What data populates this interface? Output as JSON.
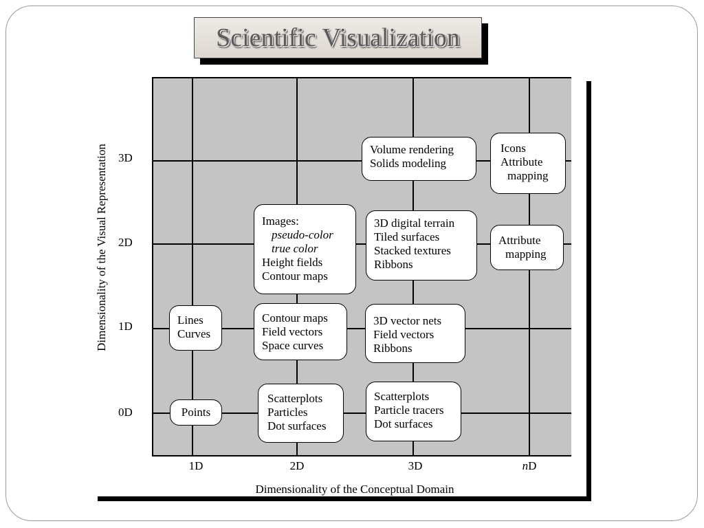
{
  "title": "Scientific Visualization",
  "y_axis": {
    "label": "Dimensionality of the Visual Representation",
    "ticks": [
      "3D",
      "2D",
      "1D",
      "0D"
    ]
  },
  "x_axis": {
    "label": "Dimensionality of the Conceptual Domain",
    "ticks": {
      "d1": "1D",
      "d2": "2D",
      "d3": "3D",
      "dn_italic": "n",
      "dn_rest": "D"
    }
  },
  "cells": {
    "vis3d_dom3d": {
      "lines": [
        "Volume rendering",
        "Solids modeling"
      ]
    },
    "vis3d_domn": {
      "lines": [
        "Icons",
        "Attribute",
        "mapping"
      ]
    },
    "vis2d_dom2d": {
      "heading": "Images:",
      "italic_lines": [
        "pseudo-color",
        "true color"
      ],
      "lines": [
        "Height fields",
        "Contour maps"
      ]
    },
    "vis2d_dom3d": {
      "lines": [
        "3D digital terrain",
        "Tiled surfaces",
        "Stacked textures",
        "Ribbons"
      ]
    },
    "vis2d_domn": {
      "lines": [
        "Attribute",
        "mapping"
      ]
    },
    "vis1d_dom1d": {
      "lines": [
        "Lines",
        "Curves"
      ]
    },
    "vis1d_dom2d": {
      "lines": [
        "Contour maps",
        "Field vectors",
        "Space curves"
      ]
    },
    "vis1d_dom3d": {
      "lines": [
        "3D vector nets",
        "Field vectors",
        "Ribbons"
      ]
    },
    "vis0d_dom1d": {
      "lines": [
        "Points"
      ]
    },
    "vis0d_dom2d": {
      "lines": [
        "Scatterplots",
        "Particles",
        "Dot surfaces"
      ]
    },
    "vis0d_dom3d": {
      "lines": [
        "Scatterplots",
        "Particle tracers",
        "Dot surfaces"
      ]
    }
  }
}
